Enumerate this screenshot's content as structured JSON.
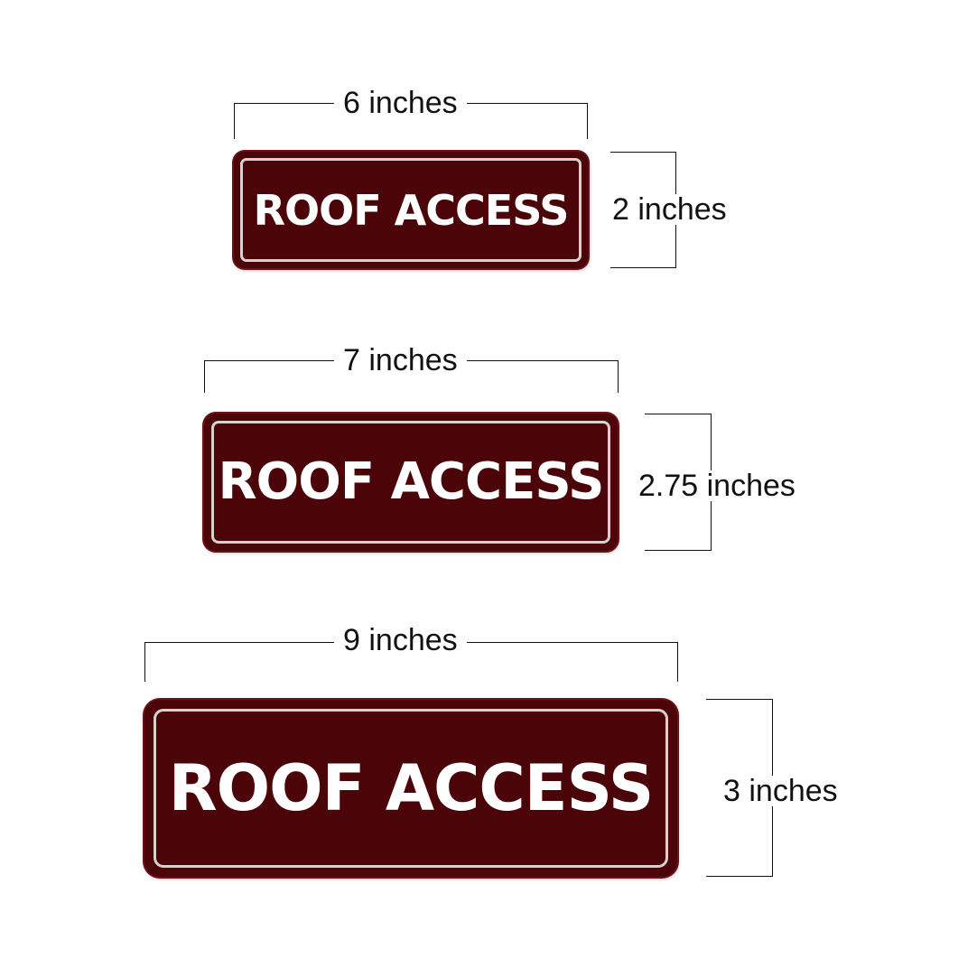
{
  "sign_text": "ROOF ACCESS",
  "colors": {
    "sign_background": "#4b0509",
    "sign_border": "#d8cfd0",
    "sign_text": "#ffffff",
    "dimension_lines": "#111111"
  },
  "signs": [
    {
      "width_label": "6 inches",
      "height_label": "2 inches"
    },
    {
      "width_label": "7 inches",
      "height_label": "2.75 inches"
    },
    {
      "width_label": "9 inches",
      "height_label": "3 inches"
    }
  ]
}
